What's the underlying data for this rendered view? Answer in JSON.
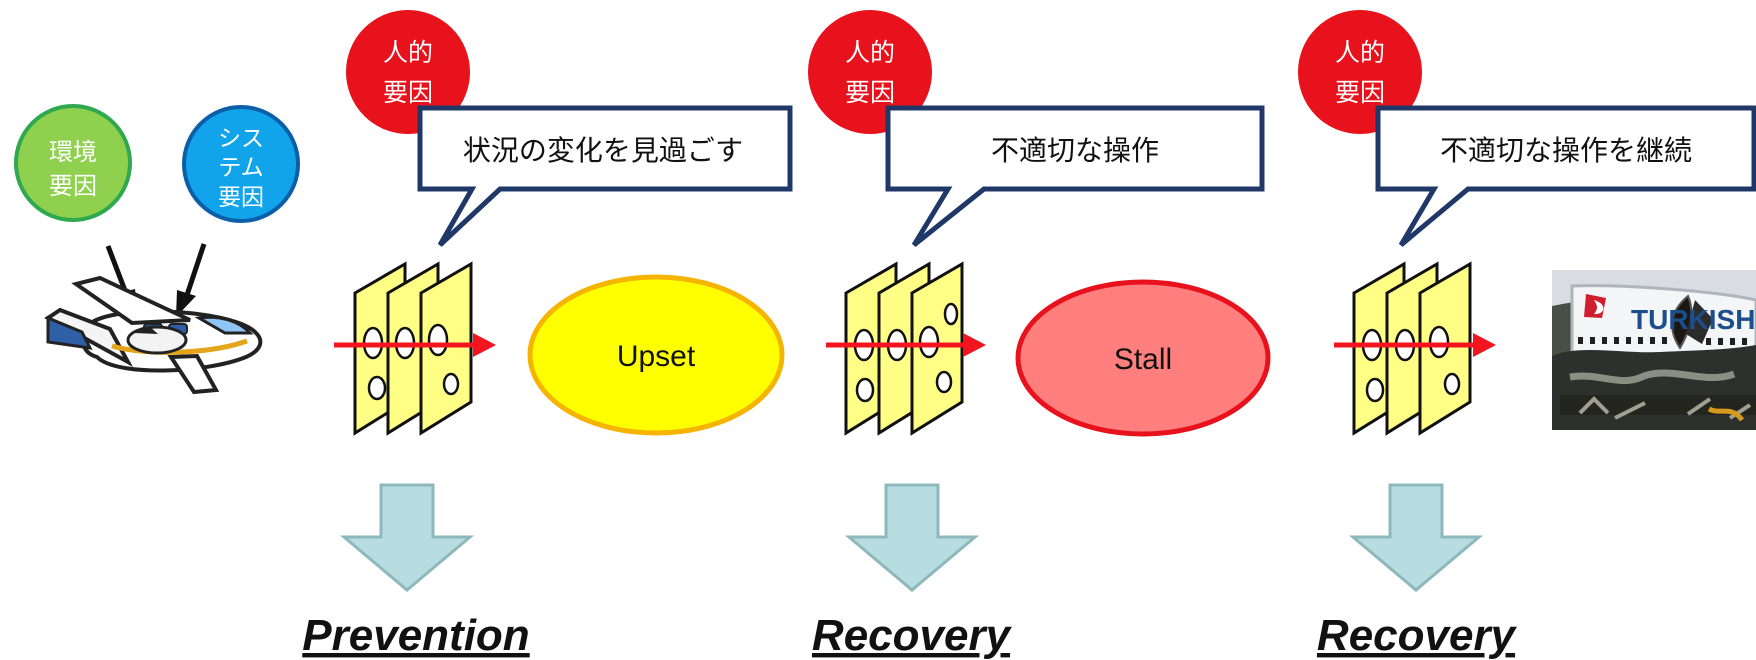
{
  "factors": {
    "environment": {
      "line1": "環境",
      "line2": "要因",
      "color": "#8fd14f",
      "border": "#2fa84f"
    },
    "system": {
      "line1": "シス",
      "line2": "テム",
      "line3": "要因",
      "color": "#12a4ea",
      "border": "#0b5fa8"
    },
    "human": {
      "line1": "人的",
      "line2": "要因",
      "color": "#e8121c"
    }
  },
  "stages": [
    {
      "speech": "状況の変化を見過ごす",
      "outcome": "Upset",
      "outcome_color": "#ffff00",
      "outcome_border": "#f4b400",
      "phase": "Prevention"
    },
    {
      "speech": "不適切な操作",
      "outcome": "Stall",
      "outcome_color": "#ff7f7f",
      "outcome_border": "#e8121c",
      "phase": "Recovery"
    },
    {
      "speech": "不適切な操作を継続",
      "outcome_photo_text": "TURKISH",
      "phase": "Recovery"
    }
  ],
  "colors": {
    "cheese": "#ffff85",
    "arrow_red": "#f2141e",
    "down_arrow": "#b7dde0",
    "down_arrow_border": "#8fb8bd",
    "speech_border": "#1f3868"
  }
}
